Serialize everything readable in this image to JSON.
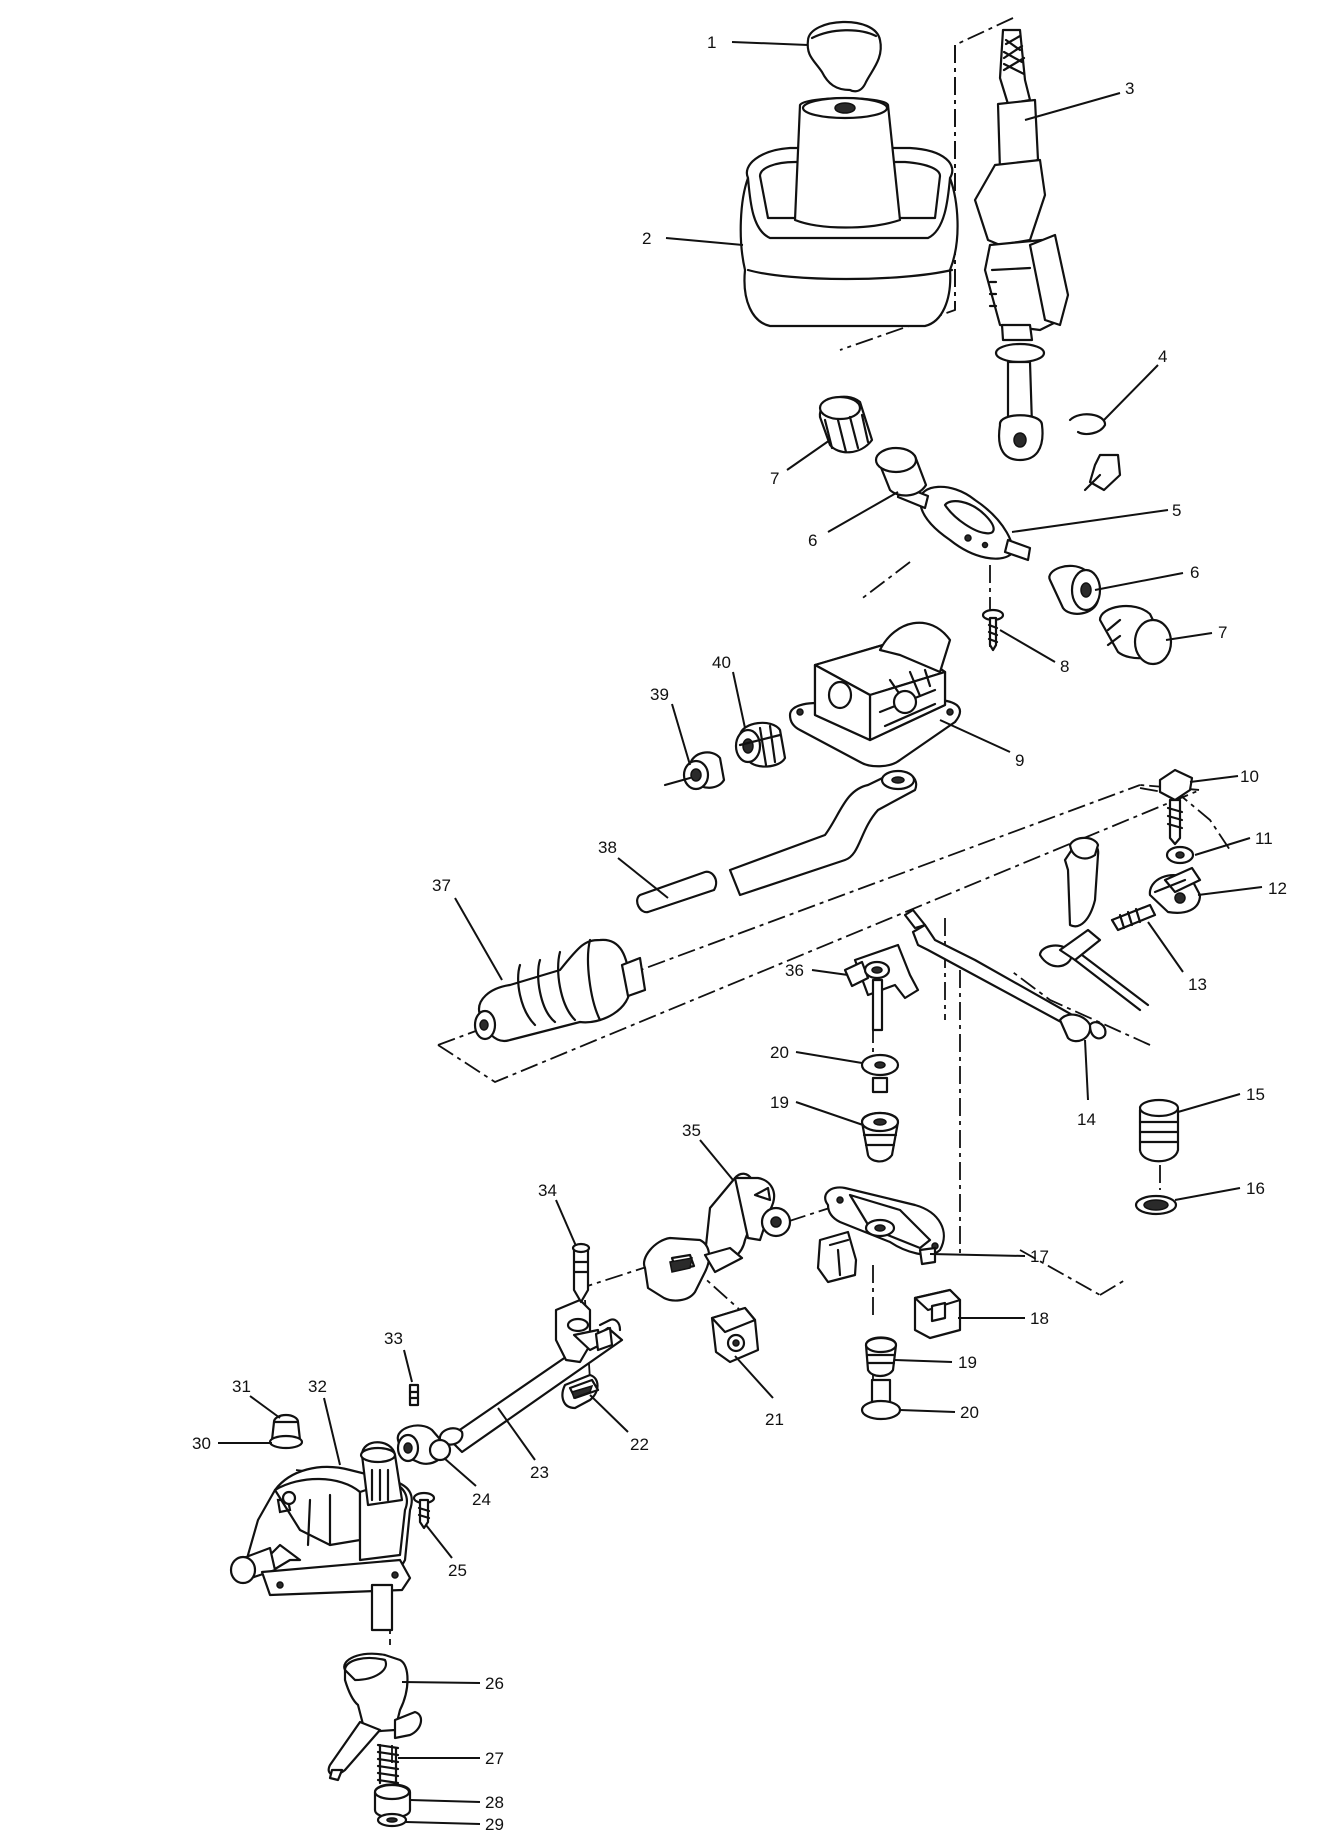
{
  "callouts": [
    "1",
    "2",
    "3",
    "4",
    "5",
    "6",
    "6",
    "7",
    "7",
    "8",
    "9",
    "10",
    "11",
    "12",
    "13",
    "14",
    "15",
    "16",
    "17",
    "18",
    "19",
    "19",
    "20",
    "20",
    "21",
    "22",
    "23",
    "24",
    "25",
    "26",
    "27",
    "28",
    "29",
    "30",
    "31",
    "32",
    "33",
    "34",
    "35",
    "36",
    "37",
    "38",
    "39",
    "40"
  ]
}
